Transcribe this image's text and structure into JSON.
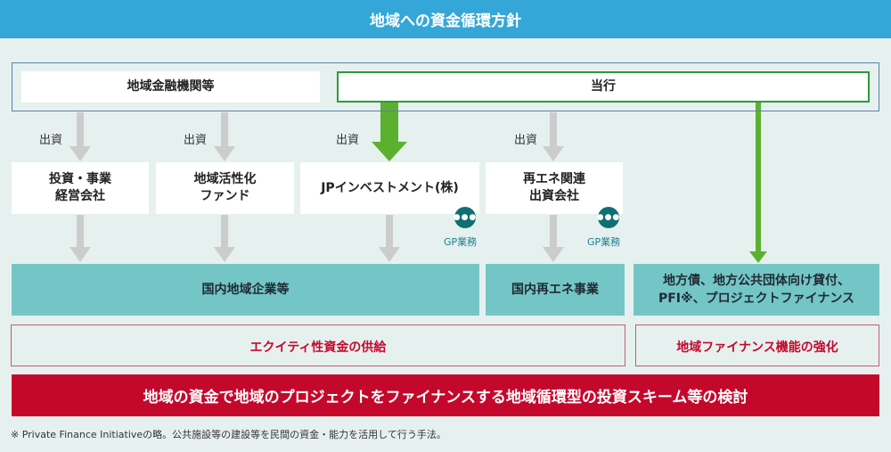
{
  "title": "地域への資金循環方針",
  "top": {
    "left_box": "地域金融機関等",
    "right_box": "当行"
  },
  "invest_label": "出資",
  "entities": {
    "e1_line1": "投資・事業",
    "e1_line2": "経営会社",
    "e2_line1": "地域活性化",
    "e2_line2": "ファンド",
    "e3": "JPインベストメント(株)",
    "e4_line1": "再エネ関連",
    "e4_line2": "出資会社"
  },
  "gp_label": "GP業務",
  "targets": {
    "t1": "国内地域企業等",
    "t2": "国内再エネ事業",
    "t3_line1": "地方債、地方公共団体向け貸付、",
    "t3_line2": "PFI※、プロジェクトファイナンス"
  },
  "categories": {
    "equity": "エクイティ性資金の供給",
    "finance": "地域ファイナンス機能の強化"
  },
  "banner": "地域の資金で地域のプロジェクトをファイナンスする地域循環型の投資スキーム等の検討",
  "footnote": "※ Private Finance Initiativeの略。公共施設等の建設等を民間の資金・能力を活用して行う手法。",
  "colors": {
    "header": "#34a7d8",
    "green": "#2e9a3b",
    "teal": "#74c6c6",
    "red": "#c4082c",
    "gray_arrow": "#cccccc",
    "background": "#e6f1ef"
  }
}
